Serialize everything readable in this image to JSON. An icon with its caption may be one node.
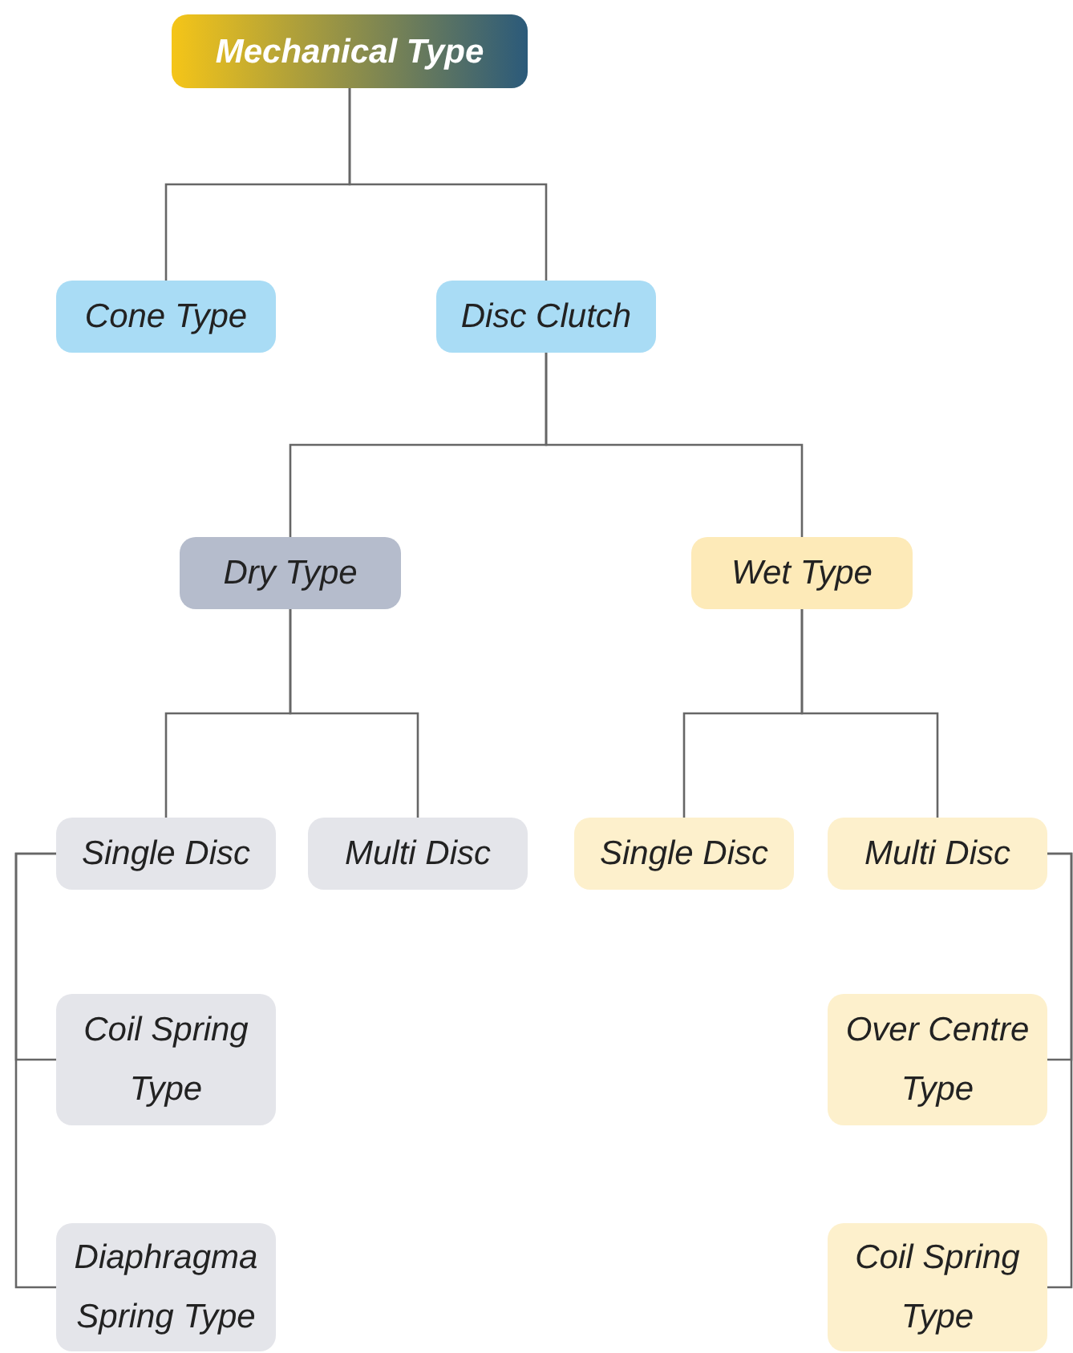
{
  "diagram": {
    "nodes": [
      {
        "text": [
          "Mechanical Type"
        ]
      },
      {
        "text": [
          "Cone Type"
        ]
      },
      {
        "text": [
          "Disc Clutch"
        ]
      },
      {
        "text": [
          "Dry Type"
        ]
      },
      {
        "text": [
          "Wet Type"
        ]
      },
      {
        "text": [
          "Single Disc"
        ]
      },
      {
        "text": [
          "Multi Disc"
        ]
      },
      {
        "text": [
          "Single Disc"
        ]
      },
      {
        "text": [
          "Multi Disc"
        ]
      },
      {
        "text": [
          "Coil Spring Type"
        ]
      },
      {
        "text": [
          "Diaphragma Spring Type"
        ]
      },
      {
        "text": [
          "Over Centre Type"
        ]
      },
      {
        "text": [
          "Coil Spring Type"
        ]
      }
    ],
    "edges": [
      {
        "from": 0,
        "to": 1,
        "arrow": "none"
      },
      {
        "from": 0,
        "to": 2,
        "arrow": "none"
      },
      {
        "from": 2,
        "to": 3,
        "arrow": "none"
      },
      {
        "from": 2,
        "to": 4,
        "arrow": "none"
      },
      {
        "from": 3,
        "to": 5,
        "arrow": "none"
      },
      {
        "from": 3,
        "to": 6,
        "arrow": "none"
      },
      {
        "from": 4,
        "to": 7,
        "arrow": "none"
      },
      {
        "from": 4,
        "to": 8,
        "arrow": "none"
      },
      {
        "from": 5,
        "to": 9,
        "arrow": "none"
      },
      {
        "from": 5,
        "to": 10,
        "arrow": "none"
      },
      {
        "from": 8,
        "to": 11,
        "arrow": "none"
      },
      {
        "from": 8,
        "to": 12,
        "arrow": "none"
      }
    ]
  }
}
